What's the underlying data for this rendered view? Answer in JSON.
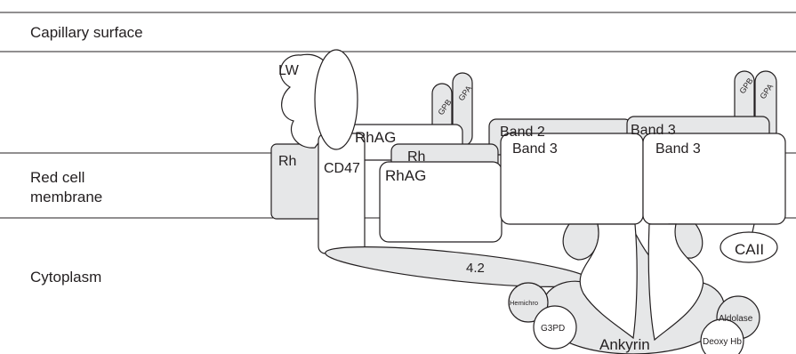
{
  "regions": {
    "capillary": "Capillary surface",
    "membrane_line1": "Red cell",
    "membrane_line2": "membrane",
    "cytoplasm": "Cytoplasm"
  },
  "proteins": {
    "lw": "LW",
    "gpb_left": "GPB",
    "gpa_left": "GPA",
    "gpb_right": "GPB",
    "gpa_right": "GPA",
    "rhag_back": "RhAG",
    "rh_back": "Rh",
    "band2_back": "Band 2",
    "band3_back_right": "Band 3",
    "rh_front": "Rh",
    "cd47": "CD47",
    "rhag_front": "RhAG",
    "band3_front_left": "Band 3",
    "band3_front_right": "Band 3",
    "protein_42": "4.2",
    "caii": "CAII",
    "hemichro": "Hemichro",
    "g3pd": "G3PD",
    "aldolase": "Aldolase",
    "deoxy_hb": "Deoxy Hb",
    "ankyrin": "Ankyrin"
  },
  "colors": {
    "line": "#231f20",
    "grey_fill": "#e6e7e8",
    "white_fill": "#ffffff"
  }
}
